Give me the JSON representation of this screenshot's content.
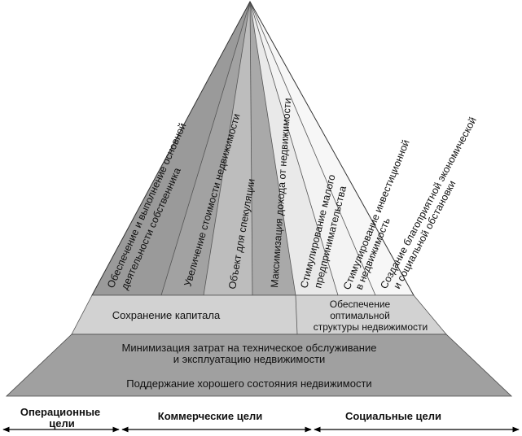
{
  "pyramid": {
    "sectors": [
      "Обеспечение и выполнение основной",
      "деятельности собственника",
      "Увеличение стоимости недвижимости",
      "Объект для спекуляции",
      "Максимизация дохода от недвижимости",
      "Стимулирование малого",
      "предпринимательства",
      "Стимулирование инвестиционной",
      "в недвижимость",
      "Создание благоприятной экономической",
      "и социальной обстановки"
    ],
    "tiers": {
      "capital": "Сохранение капитала",
      "optimal_1": "Обеспечение",
      "optimal_2": "оптимальной",
      "optimal_3": "структуры недвижимости",
      "costs_1": "Минимизация затрат на техническое обслуживание",
      "costs_2": "и эксплуатацию недвижимости",
      "condition": "Поддержание хорошего состояния недвижимости"
    }
  },
  "goals": {
    "operational_1": "Операционные",
    "operational_2": "цели",
    "commercial": "Коммерческие цели",
    "social": "Социальные цели"
  },
  "colors": {
    "band_light": "#d2d2d2",
    "band_mid": "#b4b4b4",
    "band_base": "#a0a0a0",
    "sector_operational": "#9a9a9a",
    "sector_commercial_a": "#a2a2a2",
    "sector_commercial_b": "#bdbdbd",
    "sector_commercial_c": "#a9a9a9",
    "sector_social_a": "#e9e9e9",
    "sector_social_b": "#f3f3f3",
    "sector_social_c": "#f7f7f7"
  }
}
